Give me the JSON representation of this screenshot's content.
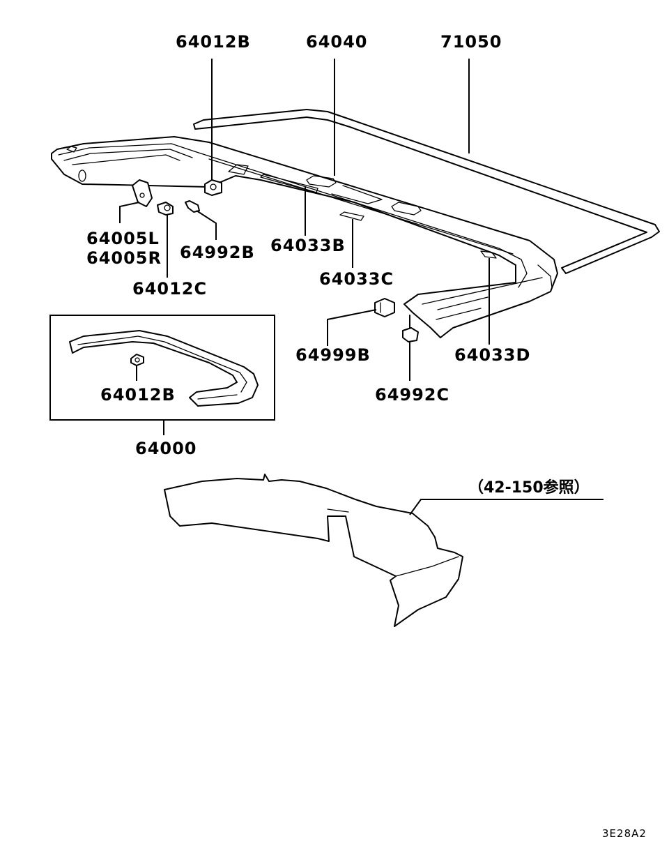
{
  "labels": {
    "p64012B_top": "64012B",
    "p64040": "64040",
    "p71050": "71050",
    "p64005L": "64005L",
    "p64005R": "64005R",
    "p64992B": "64992B",
    "p64012C": "64012C",
    "p64033B": "64033B",
    "p64033C": "64033C",
    "p64999B": "64999B",
    "p64033D": "64033D",
    "p64992C": "64992C",
    "p64012B_inset": "64012B",
    "p64000": "64000",
    "reference": "（42-150参照）",
    "drawing_code": "3E28A2"
  }
}
